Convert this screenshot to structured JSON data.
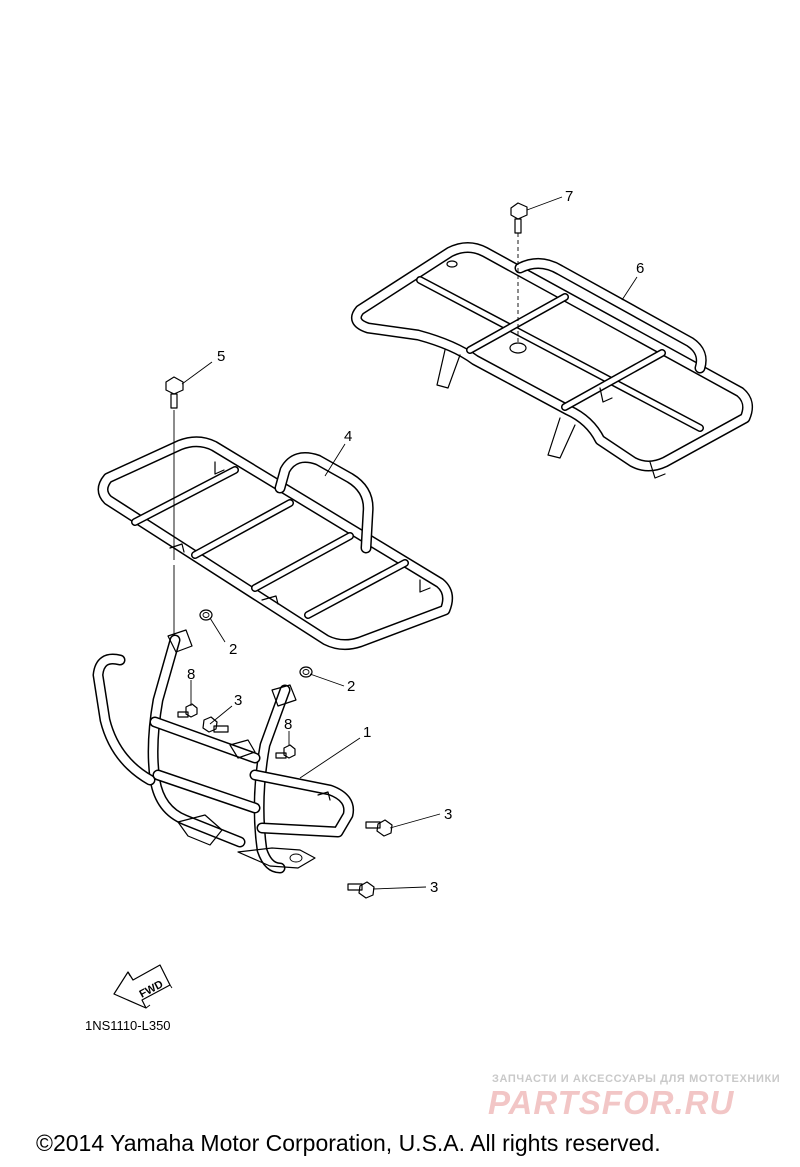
{
  "callouts": [
    {
      "id": "c1",
      "label": "1"
    },
    {
      "id": "c2a",
      "label": "2"
    },
    {
      "id": "c2b",
      "label": "2"
    },
    {
      "id": "c3a",
      "label": "3"
    },
    {
      "id": "c3b",
      "label": "3"
    },
    {
      "id": "c3c",
      "label": "3"
    },
    {
      "id": "c4",
      "label": "4"
    },
    {
      "id": "c5",
      "label": "5"
    },
    {
      "id": "c6",
      "label": "6"
    },
    {
      "id": "c7",
      "label": "7"
    },
    {
      "id": "c8a",
      "label": "8"
    },
    {
      "id": "c8b",
      "label": "8"
    }
  ],
  "fwd_label": "FWD",
  "part_code": "1NS1110-L350",
  "watermark": {
    "tagline": "ЗАПЧАСТИ И АКСЕССУАРЫ ДЛЯ МОТОТЕХНИКИ",
    "logo": "PARTSFOR.RU"
  },
  "copyright": "©2014 Yamaha Motor Corporation, U.S.A. All rights reserved."
}
